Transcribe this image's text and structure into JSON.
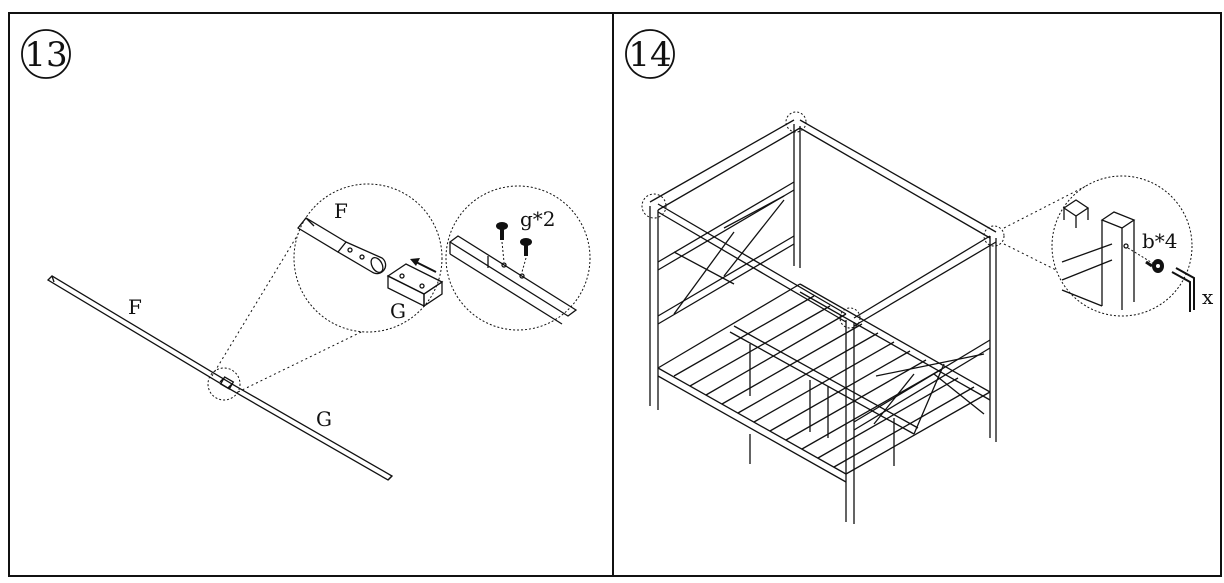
{
  "steps": [
    {
      "number": "13",
      "labels": {
        "part_f_main": "F",
        "part_g_main": "G",
        "detail_f": "F",
        "detail_g": "G",
        "screw_callout": "g*2"
      }
    },
    {
      "number": "14",
      "labels": {
        "bolt_callout": "b*4",
        "tool": "x"
      }
    }
  ],
  "colors": {
    "line": "#111111",
    "background": "#ffffff"
  },
  "icons": [
    "bolt-icon",
    "allen-key-icon",
    "arrow-icon"
  ]
}
